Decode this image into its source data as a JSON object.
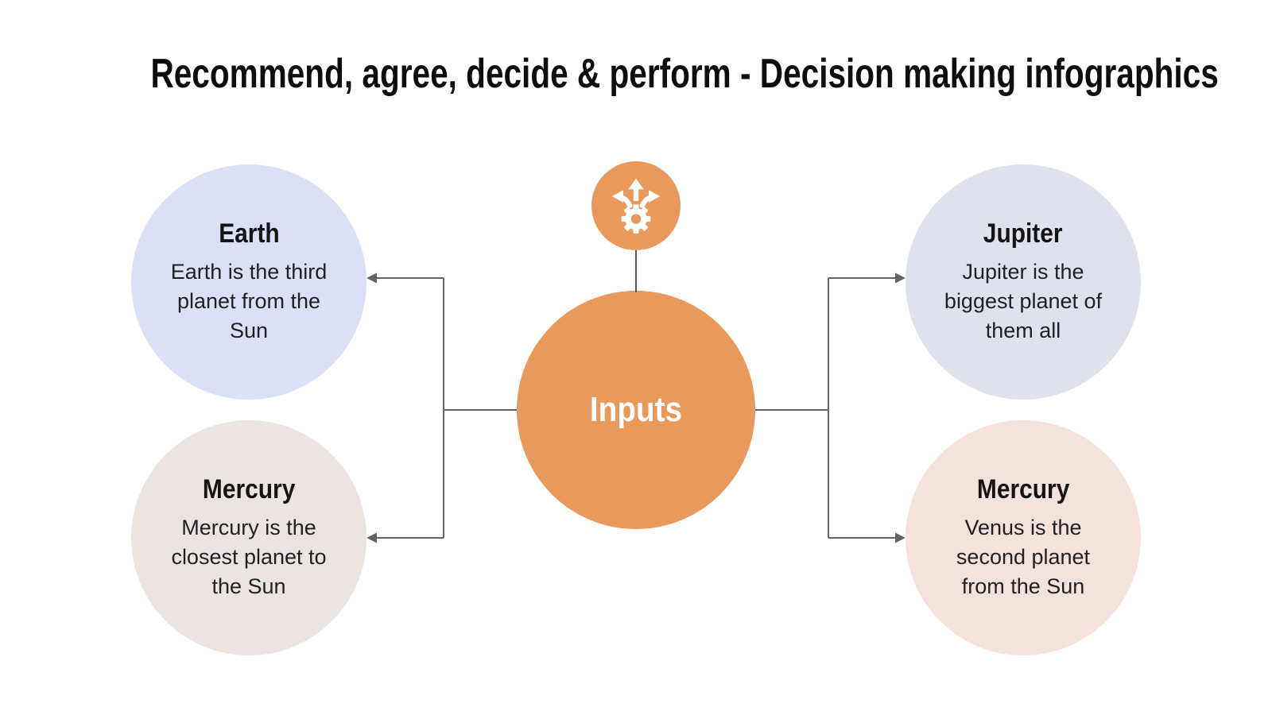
{
  "title": "Recommend, agree, decide & perform - Decision making infographics",
  "center": {
    "label": "Inputs",
    "icon": "decision-gear-arrows-icon"
  },
  "nodes": [
    {
      "id": "earth",
      "position": "top-left",
      "title": "Earth",
      "description": "Earth is the third planet from the Sun",
      "color": "#dbe0f5"
    },
    {
      "id": "mercury-left",
      "position": "bottom-left",
      "title": "Mercury",
      "description": "Mercury is the closest planet to the Sun",
      "color": "#ebe4e1"
    },
    {
      "id": "jupiter",
      "position": "top-right",
      "title": "Jupiter",
      "description": "Jupiter is the biggest planet of them all",
      "color": "#dfe1ed"
    },
    {
      "id": "venus-right",
      "position": "bottom-right",
      "title": "Mercury",
      "description": "Venus is the second planet from the Sun",
      "color": "#f4e3dc"
    }
  ],
  "colors": {
    "accent_orange": "#e8995c",
    "lavender_blue": "#dbe0f5",
    "lavender_grey": "#dfe1ed",
    "warm_grey": "#ebe4e1",
    "peach": "#f4e3dc",
    "connector_grey": "#5f6368",
    "title_text": "#0e0e0e",
    "body_text": "#202124"
  }
}
